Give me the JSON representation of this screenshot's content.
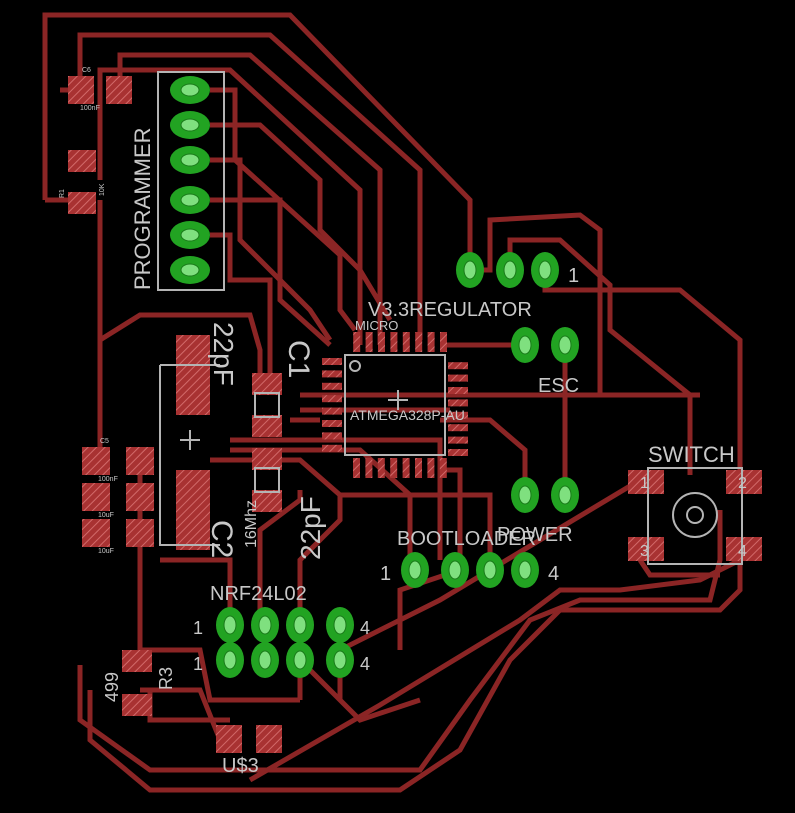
{
  "colors": {
    "background": "#000000",
    "trace": "#8b2525",
    "pad_copper": "#a83232",
    "pad_hatch": "#d26a6a",
    "via_ring": "#22a322",
    "via_fill": "#7fe07f",
    "silkscreen": "#c8c8c8"
  },
  "labels": {
    "programmer": "PROGRAMMER",
    "regulator": "V3.3REGULATOR",
    "micro": "MICRO",
    "esc": "ESC",
    "mcu": "ATMEGA328P-AU",
    "switch": "SWITCH",
    "power": "POWER",
    "bootloader": "BOOTLOADER",
    "nrf": "NRF24L02",
    "us3": "U$3",
    "c1": "C1",
    "c2": "C2",
    "cap_22pf_top": "22pF",
    "cap_22pf_bottom": "22pF",
    "crystal": "16Mhz",
    "r3": "R3",
    "r3_value": "499",
    "c6": "C6",
    "c6_value": "100nF",
    "r1": "R1",
    "r1_value": "10K",
    "c5": "C5",
    "c5_value": "100nF",
    "c_mid_value": "10uF",
    "c_low_value": "10uF",
    "pin_reg_1": "1",
    "pin_boot_1": "1",
    "pin_boot_4": "4",
    "pin_nrf_top_1": "1",
    "pin_nrf_top_4": "4",
    "pin_nrf_bot_1": "1",
    "pin_nrf_bot_4": "4",
    "sw_pin_tl": "1",
    "sw_pin_tr": "2",
    "sw_pin_bl": "3",
    "sw_pin_br": "4"
  }
}
